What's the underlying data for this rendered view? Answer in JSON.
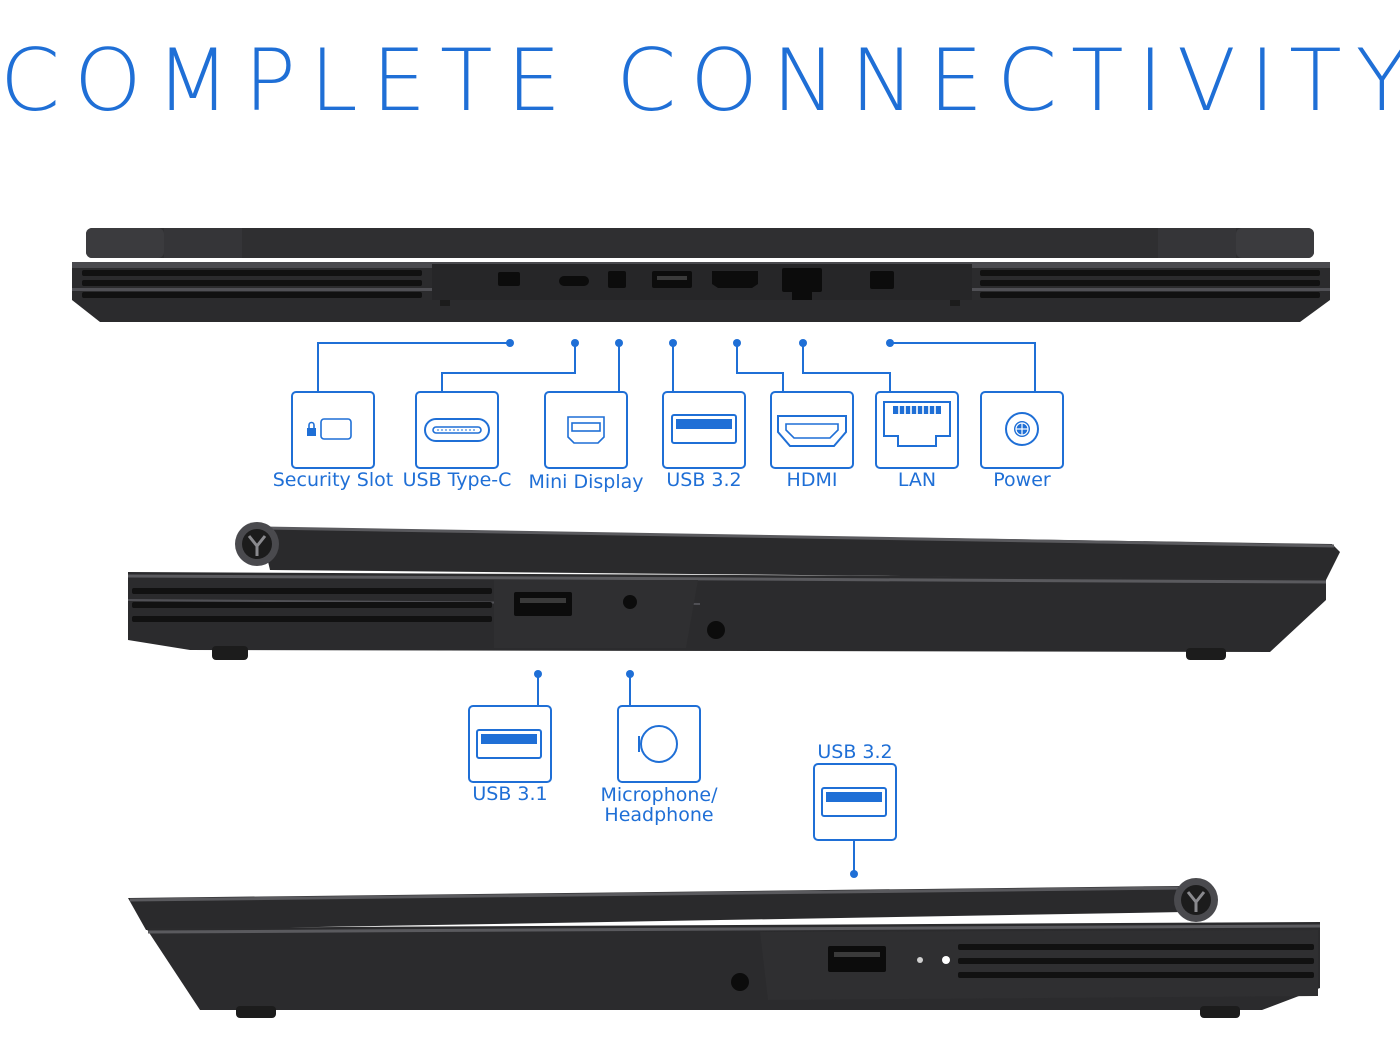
{
  "title": "COMPLETE CONNECTIVITY",
  "colors": {
    "accent": "#1f6fd6",
    "laptop_body": "#2b2b2d",
    "laptop_edge": "#5a5a5e",
    "vent": "#141414"
  },
  "rear_ports": [
    {
      "label": "Security Slot",
      "icon": "lock-icon"
    },
    {
      "label": "USB Type-C",
      "icon": "usb-c-icon"
    },
    {
      "label": "Mini Display",
      "icon": "mini-display-icon"
    },
    {
      "label": "USB 3.2",
      "icon": "usb-a-icon"
    },
    {
      "label": "HDMI",
      "icon": "hdmi-icon"
    },
    {
      "label": "LAN",
      "icon": "lan-icon"
    },
    {
      "label": "Power",
      "icon": "power-icon"
    }
  ],
  "left_ports": [
    {
      "label": "USB 3.1",
      "icon": "usb-a-icon"
    },
    {
      "label": "Microphone/\nHeadphone",
      "label_line1": "Microphone/",
      "label_line2": "Headphone",
      "icon": "audio-jack-icon"
    }
  ],
  "right_ports": [
    {
      "label": "USB 3.2",
      "icon": "usb-a-icon"
    }
  ]
}
